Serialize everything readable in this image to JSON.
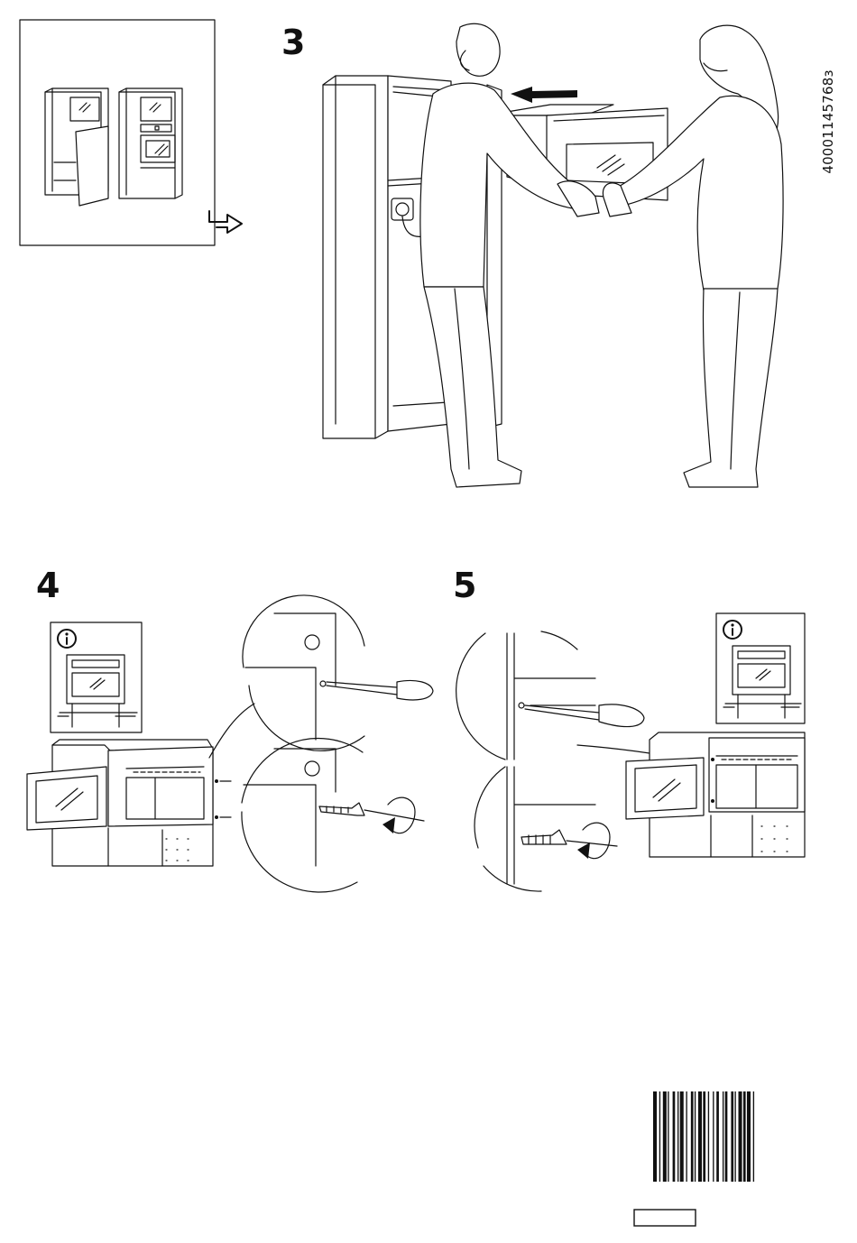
{
  "document": {
    "article_number": "40001145768з",
    "steps": [
      {
        "number": "3"
      },
      {
        "number": "4"
      },
      {
        "number": "5"
      }
    ]
  },
  "icons": {
    "arrow": "hollow-right-arrow-icon",
    "info": "info-icon",
    "barcode": "barcode"
  }
}
